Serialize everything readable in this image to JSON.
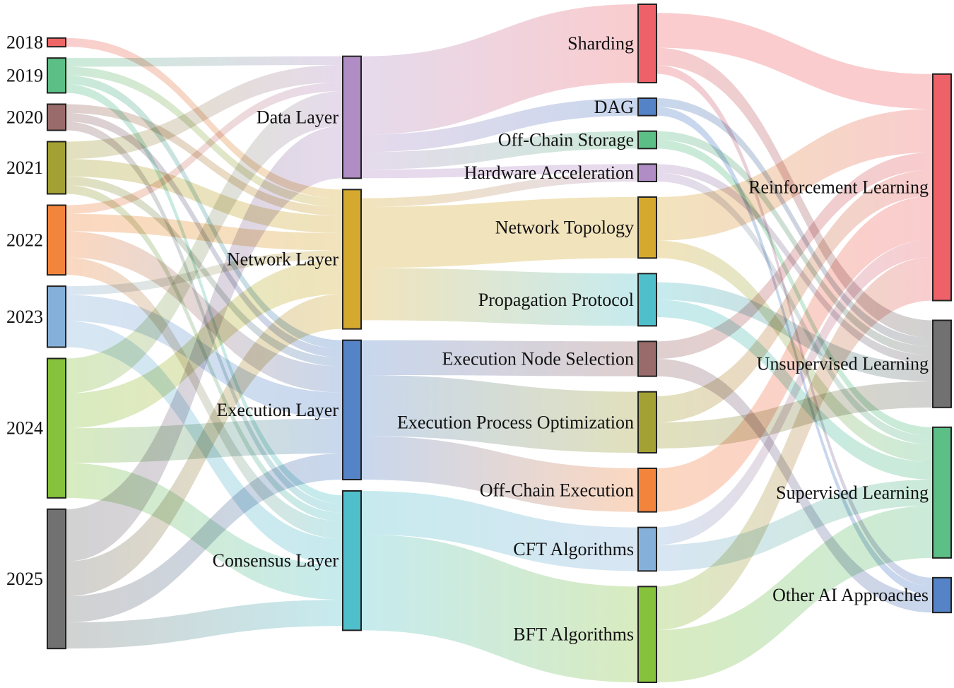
{
  "columns": [
    {
      "name": "years",
      "label_side": "left",
      "nodes": [
        {
          "id": "y2018",
          "label": "2018",
          "color": "#ee6666"
        },
        {
          "id": "y2019",
          "label": "2019",
          "color": "#5cbf86"
        },
        {
          "id": "y2020",
          "label": "2020",
          "color": "#9a6b6b"
        },
        {
          "id": "y2021",
          "label": "2021",
          "color": "#a3a133"
        },
        {
          "id": "y2022",
          "label": "2022",
          "color": "#f3843c"
        },
        {
          "id": "y2023",
          "label": "2023",
          "color": "#85b0da"
        },
        {
          "id": "y2024",
          "label": "2024",
          "color": "#86c23b"
        },
        {
          "id": "y2025",
          "label": "2025",
          "color": "#717171"
        }
      ]
    },
    {
      "name": "layers",
      "label_side": "left",
      "nodes": [
        {
          "id": "data",
          "label": "Data Layer",
          "color": "#b08dc4"
        },
        {
          "id": "network",
          "label": "Network Layer",
          "color": "#d4a92e"
        },
        {
          "id": "execution",
          "label": "Execution Layer",
          "color": "#5583c7"
        },
        {
          "id": "consensus",
          "label": "Consensus Layer",
          "color": "#4fc0cb"
        }
      ]
    },
    {
      "name": "techniques",
      "label_side": "left",
      "nodes": [
        {
          "id": "sharding",
          "label": "Sharding",
          "color": "#ee6168"
        },
        {
          "id": "dag",
          "label": "DAG",
          "color": "#5583c7"
        },
        {
          "id": "offchain_storage",
          "label": "Off-Chain Storage",
          "color": "#5cbf86"
        },
        {
          "id": "hardware",
          "label": "Hardware Acceleration",
          "color": "#b08dc4"
        },
        {
          "id": "topology",
          "label": "Network Topology",
          "color": "#d4a92e"
        },
        {
          "id": "propagation",
          "label": "Propagation Protocol",
          "color": "#4fc0cb"
        },
        {
          "id": "exec_node",
          "label": "Execution Node Selection",
          "color": "#9a6b6b"
        },
        {
          "id": "exec_process",
          "label": "Execution Process Optimization",
          "color": "#a3a133"
        },
        {
          "id": "offchain_exec",
          "label": "Off-Chain Execution",
          "color": "#f3843c"
        },
        {
          "id": "cft",
          "label": "CFT Algorithms",
          "color": "#85b0da"
        },
        {
          "id": "bft",
          "label": "BFT Algorithms",
          "color": "#86c23b"
        }
      ]
    },
    {
      "name": "ai",
      "label_side": "left",
      "nodes": [
        {
          "id": "rl",
          "label": "Reinforcement Learning",
          "color": "#ee6168"
        },
        {
          "id": "ul",
          "label": "Unsupervised Learning",
          "color": "#717171"
        },
        {
          "id": "sl",
          "label": "Supervised Learning",
          "color": "#5cbf86"
        },
        {
          "id": "other",
          "label": "Other AI Approaches",
          "color": "#5583c7"
        }
      ]
    }
  ],
  "links": [
    {
      "source": "y2018",
      "target": "network",
      "value": 1
    },
    {
      "source": "y2019",
      "target": "data",
      "value": 1
    },
    {
      "source": "y2019",
      "target": "network",
      "value": 1
    },
    {
      "source": "y2019",
      "target": "execution",
      "value": 1
    },
    {
      "source": "y2019",
      "target": "consensus",
      "value": 1
    },
    {
      "source": "y2020",
      "target": "network",
      "value": 1
    },
    {
      "source": "y2020",
      "target": "execution",
      "value": 1
    },
    {
      "source": "y2020",
      "target": "consensus",
      "value": 1
    },
    {
      "source": "y2021",
      "target": "data",
      "value": 2
    },
    {
      "source": "y2021",
      "target": "network",
      "value": 2
    },
    {
      "source": "y2021",
      "target": "execution",
      "value": 1
    },
    {
      "source": "y2021",
      "target": "consensus",
      "value": 1
    },
    {
      "source": "y2022",
      "target": "data",
      "value": 1
    },
    {
      "source": "y2022",
      "target": "network",
      "value": 2
    },
    {
      "source": "y2022",
      "target": "execution",
      "value": 3
    },
    {
      "source": "y2022",
      "target": "consensus",
      "value": 2
    },
    {
      "source": "y2023",
      "target": "network",
      "value": 1
    },
    {
      "source": "y2023",
      "target": "execution",
      "value": 3
    },
    {
      "source": "y2023",
      "target": "consensus",
      "value": 3
    },
    {
      "source": "y2024",
      "target": "data",
      "value": 4
    },
    {
      "source": "y2024",
      "target": "network",
      "value": 4
    },
    {
      "source": "y2024",
      "target": "execution",
      "value": 4
    },
    {
      "source": "y2024",
      "target": "consensus",
      "value": 4
    },
    {
      "source": "y2025",
      "target": "data",
      "value": 6
    },
    {
      "source": "y2025",
      "target": "network",
      "value": 4
    },
    {
      "source": "y2025",
      "target": "execution",
      "value": 3
    },
    {
      "source": "y2025",
      "target": "consensus",
      "value": 3
    },
    {
      "source": "data",
      "target": "sharding",
      "value": 9
    },
    {
      "source": "data",
      "target": "dag",
      "value": 2
    },
    {
      "source": "data",
      "target": "offchain_storage",
      "value": 2
    },
    {
      "source": "data",
      "target": "hardware",
      "value": 1
    },
    {
      "source": "network",
      "target": "hardware",
      "value": 1
    },
    {
      "source": "network",
      "target": "topology",
      "value": 7
    },
    {
      "source": "network",
      "target": "propagation",
      "value": 6
    },
    {
      "source": "execution",
      "target": "exec_node",
      "value": 4
    },
    {
      "source": "execution",
      "target": "exec_process",
      "value": 7
    },
    {
      "source": "execution",
      "target": "offchain_exec",
      "value": 5
    },
    {
      "source": "consensus",
      "target": "cft",
      "value": 5
    },
    {
      "source": "consensus",
      "target": "bft",
      "value": 11
    },
    {
      "source": "sharding",
      "target": "rl",
      "value": 4
    },
    {
      "source": "sharding",
      "target": "ul",
      "value": 2
    },
    {
      "source": "sharding",
      "target": "other",
      "value": 1
    },
    {
      "source": "dag",
      "target": "ul",
      "value": 1
    },
    {
      "source": "dag",
      "target": "other",
      "value": 1
    },
    {
      "source": "offchain_storage",
      "target": "sl",
      "value": 1
    },
    {
      "source": "offchain_storage",
      "target": "ul",
      "value": 1
    },
    {
      "source": "hardware",
      "target": "ul",
      "value": 1
    },
    {
      "source": "hardware",
      "target": "sl",
      "value": 1
    },
    {
      "source": "topology",
      "target": "rl",
      "value": 5
    },
    {
      "source": "topology",
      "target": "sl",
      "value": 2
    },
    {
      "source": "propagation",
      "target": "ul",
      "value": 2
    },
    {
      "source": "propagation",
      "target": "sl",
      "value": 2
    },
    {
      "source": "exec_node",
      "target": "rl",
      "value": 2
    },
    {
      "source": "exec_node",
      "target": "other",
      "value": 2
    },
    {
      "source": "exec_process",
      "target": "rl",
      "value": 3
    },
    {
      "source": "exec_process",
      "target": "ul",
      "value": 3
    },
    {
      "source": "offchain_exec",
      "target": "rl",
      "value": 5
    },
    {
      "source": "cft",
      "target": "rl",
      "value": 2
    },
    {
      "source": "cft",
      "target": "sl",
      "value": 3
    },
    {
      "source": "bft",
      "target": "rl",
      "value": 5
    },
    {
      "source": "bft",
      "target": "sl",
      "value": 6
    }
  ]
}
